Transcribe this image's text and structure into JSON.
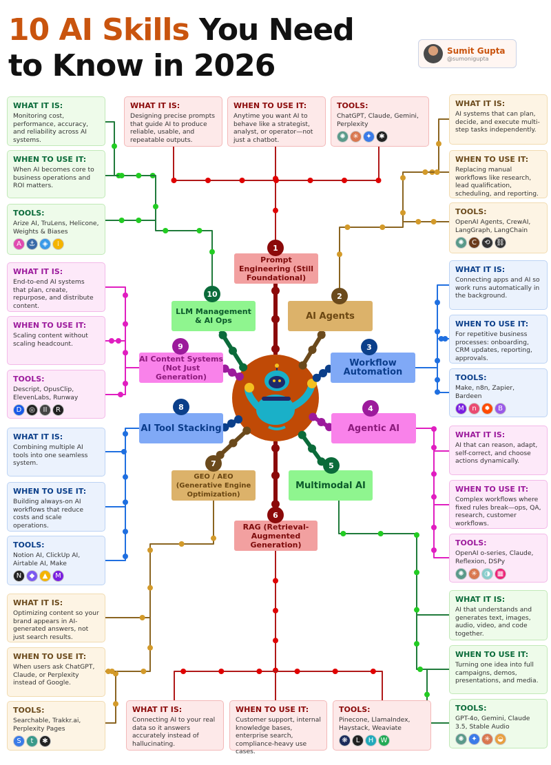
{
  "header": {
    "title_accent": "10 AI Skills",
    "title_rest": " You Need",
    "title_line2": "to Know in 2026"
  },
  "author": {
    "name": "Sumit Gupta",
    "handle": "@sumonigupta"
  },
  "labels": {
    "what": "WHAT IT IS:",
    "when": "WHEN TO USE IT:",
    "tools": "TOOLS:"
  },
  "palette": {
    "red": {
      "node": "#f2a0a0",
      "text": "#7d0b0b",
      "badge": "#8b0a0a",
      "light": "#fde9e9",
      "border": "#f3b8b8",
      "line": "#e00000"
    },
    "tan": {
      "node": "#dcb26a",
      "text": "#6b4712",
      "badge": "#6b4a1c",
      "light": "#fdf4e4",
      "border": "#f1dbb0",
      "line": "#d39a2a"
    },
    "blue": {
      "node": "#80a9f6",
      "text": "#0b3d8c",
      "badge": "#0b3f8a",
      "light": "#ebf2fd",
      "border": "#bcd3f4",
      "line": "#1f6fe0"
    },
    "pink": {
      "node": "#f982ea",
      "text": "#8c1a7c",
      "badge": "#9c1a9c",
      "light": "#fde9f9",
      "border": "#f2b8e8",
      "line": "#e01ec0"
    },
    "green": {
      "node": "#8ff58f",
      "text": "#0c5a2b",
      "badge": "#0b6b3a",
      "light": "#eefbea",
      "border": "#c1e9b7",
      "line": "#22cc22"
    }
  },
  "skills": [
    {
      "number": "1",
      "name": "Prompt Engineering (Still Foundational)",
      "color": "red",
      "what": "Designing precise prompts that guide AI to produce reliable, usable, and repeatable outputs.",
      "when": "Anytime you want AI to behave like a strategist, analyst, or operator—not just a chatbot.",
      "tools": "ChatGPT, Claude, Gemini, Perplexity",
      "tool_icons": [
        "chatgpt-icon",
        "claude-icon",
        "gemini-icon",
        "perplexity-icon"
      ]
    },
    {
      "number": "2",
      "name": "AI Agents",
      "color": "tan",
      "what": "AI systems that can plan, decide, and execute multi-step tasks independently.",
      "when": "Replacing manual workflows like research, lead qualification, scheduling, and reporting.",
      "tools": "OpenAI Agents, CrewAI, LangGraph, LangChain",
      "tool_icons": [
        "openai-icon",
        "crewai-icon",
        "langgraph-icon",
        "langchain-icon"
      ]
    },
    {
      "number": "3",
      "name": "Workflow Automation",
      "color": "blue",
      "what": "Connecting apps and AI so work runs automatically in the background.",
      "when": "For repetitive business processes: onboarding, CRM updates, reporting, approvals.",
      "tools": "Make, n8n, Zapier, Bardeen",
      "tool_icons": [
        "make-icon",
        "n8n-icon",
        "zapier-icon",
        "bardeen-icon"
      ]
    },
    {
      "number": "4",
      "name": "Agentic AI",
      "color": "pink",
      "what": "AI that can reason, adapt, self-correct, and choose actions dynamically.",
      "when": "Complex workflows where fixed rules break—ops, QA, research, customer workflows.",
      "tools": "OpenAI o-series, Claude, Reflexion, DSPy",
      "tool_icons": [
        "openai-icon",
        "claude-icon",
        "reflexion-icon",
        "dspy-icon"
      ]
    },
    {
      "number": "5",
      "name": "Multimodal AI",
      "color": "green",
      "what": "AI that understands and generates text, images, audio, video, and code together.",
      "when": "Turning one idea into full campaigns, demos, presentations, and media.",
      "tools": "GPT-4o, Gemini, Claude 3.5, Stable Audio",
      "tool_icons": [
        "openai-icon",
        "gemini-icon",
        "claude-icon",
        "stable-audio-icon"
      ]
    },
    {
      "number": "6",
      "name": "RAG (Retrieval-Augmented Generation)",
      "color": "red",
      "what": "Connecting AI to your real data so it answers accurately instead of hallucinating.",
      "when": "Customer support, internal knowledge bases, enterprise search, compliance-heavy use cases.",
      "tools": "Pinecone, LlamaIndex, Haystack, Weaviate",
      "tool_icons": [
        "pinecone-icon",
        "llamaindex-icon",
        "haystack-icon",
        "weaviate-icon"
      ]
    },
    {
      "number": "7",
      "name": "GEO / AEO (Generative Engine Optimization)",
      "color": "tan",
      "what": "Optimizing content so your brand appears in AI-generated answers, not just search results.",
      "when": "When users ask ChatGPT, Claude, or Perplexity instead of Google.",
      "tools": "Searchable, Trakkr.ai, Perplexity Pages",
      "tool_icons": [
        "searchable-icon",
        "trakkr-icon",
        "perplexity-icon"
      ]
    },
    {
      "number": "8",
      "name": "AI Tool Stacking",
      "color": "blue",
      "what": "Combining multiple AI tools into one seamless system.",
      "when": "Building always-on AI workflows that reduce costs and scale operations.",
      "tools": "Notion AI, ClickUp AI, Airtable AI, Make",
      "tool_icons": [
        "notion-icon",
        "clickup-icon",
        "airtable-icon",
        "make-icon"
      ]
    },
    {
      "number": "9",
      "name": "AI Content Systems (Not Just Generation)",
      "color": "pink",
      "what": "End-to-end AI systems that plan, create, repurpose, and distribute content.",
      "when": "Scaling content without scaling headcount.",
      "tools": "Descript, OpusClip, ElevenLabs, Runway",
      "tool_icons": [
        "descript-icon",
        "opusclip-icon",
        "elevenlabs-icon",
        "runway-icon"
      ]
    },
    {
      "number": "10",
      "name": "LLM Management & AI Ops",
      "color": "green",
      "what": "Monitoring cost, performance, accuracy, and reliability across AI systems.",
      "when": "When AI becomes core to business operations and ROI matters.",
      "tools": "Arize AI, TruLens, Helicone, Weights & Biases",
      "tool_icons": [
        "arize-icon",
        "trulens-icon",
        "helicone-icon",
        "wandb-icon"
      ]
    }
  ]
}
